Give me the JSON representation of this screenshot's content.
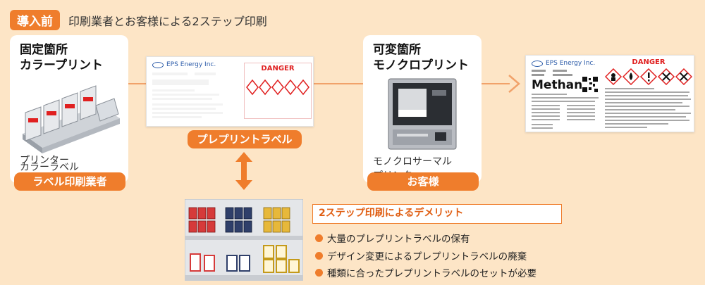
{
  "header": {
    "tag": "導入前",
    "title": "印刷業者とお客様による2ステップ印刷"
  },
  "left_panel": {
    "title_line1": "固定箇所",
    "title_line2": "カラープリント",
    "sub_line1": "カラーラベル",
    "sub_line2": "プリンター",
    "pill": "ラベル印刷業者"
  },
  "center": {
    "preprint_pill": "プレプリントラベル",
    "brand": "EPS Energy Inc.",
    "danger": "DANGER"
  },
  "right_panel": {
    "title_line1": "可変箇所",
    "title_line2": "モノクロプリント",
    "sub_line1": "モノクロサーマル",
    "sub_line2": "プリンター",
    "pill": "お客様"
  },
  "final_label": {
    "brand": "EPS Energy Inc.",
    "product": "Methanol",
    "danger": "DANGER"
  },
  "demerits": {
    "title": "2ステップ印刷によるデメリット",
    "items": [
      "大量のプレプリントラベルの保有",
      "デザイン変更によるプレプリントラベルの廃棄",
      "種類に合ったプレプリントラベルのセットが必要"
    ]
  },
  "colors": {
    "accent": "#ef7d2c",
    "background": "#fde5c6",
    "hazard_red": "#e02020"
  }
}
